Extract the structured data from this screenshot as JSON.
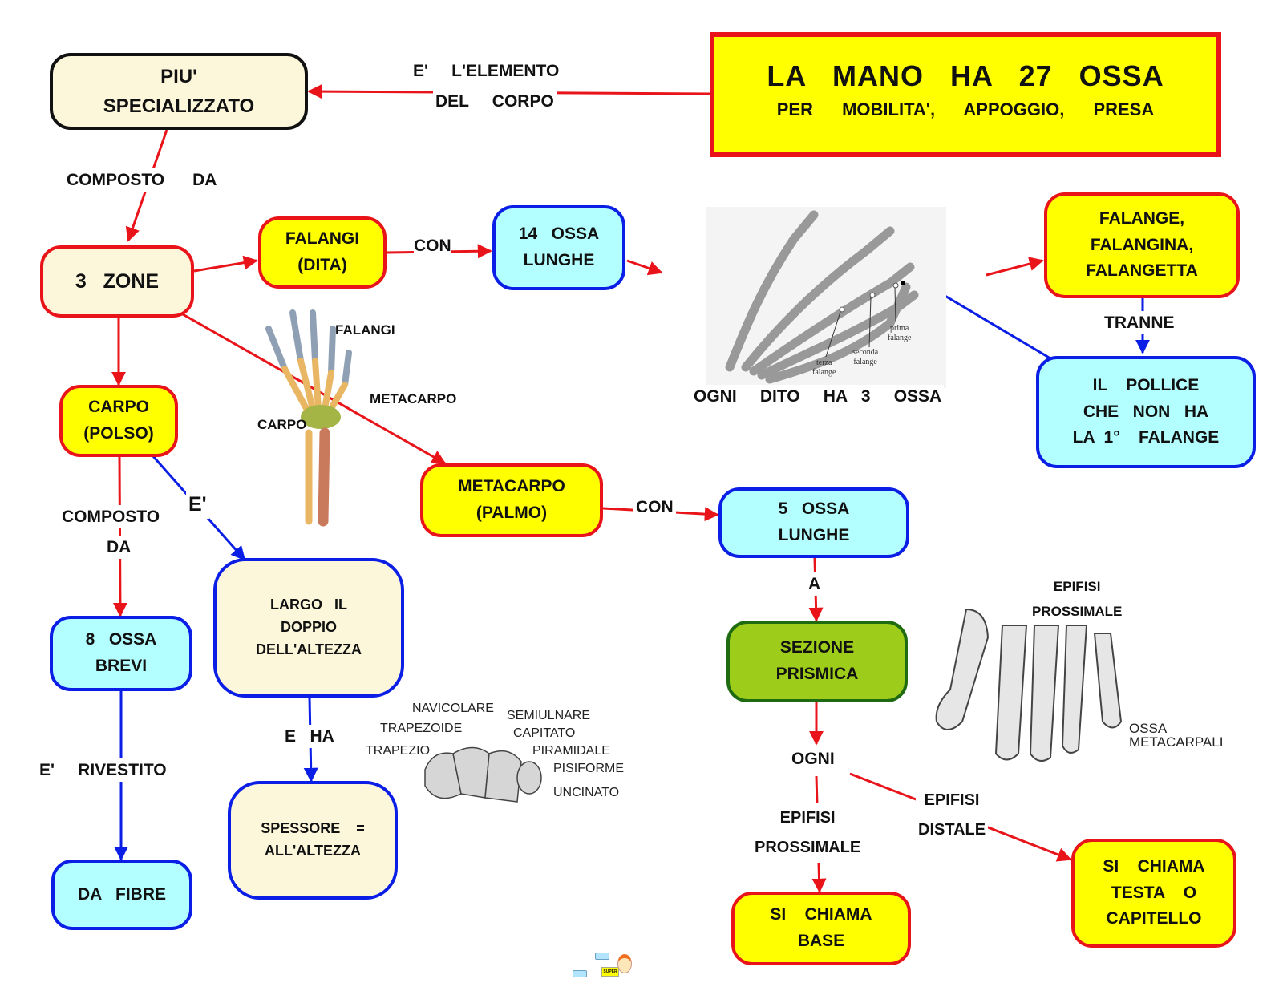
{
  "title": {
    "main": "LA MANO HA 27 OSSA",
    "sub": "PER MOBILITA', APPOGGIO, PRESA"
  },
  "nodes": {
    "specializzato": "PIU'\nSPECIALIZZATO",
    "tre_zone": "3   ZONE",
    "falangi_dita": "FALANGI\n(DITA)",
    "quattordici_ossa": "14   OSSA\nLUNGHE",
    "falange_names": "FALANGE,\nFALANGINA,\nFALANGETTA",
    "pollice": "IL    POLLICE\nCHE   NON   HA\nLA  1°    FALANGE",
    "carpo_polso": "CARPO\n(POLSO)",
    "metacarpo_palmo": "METACARPO\n(PALMO)",
    "cinque_ossa": "5   OSSA\nLUNGHE",
    "otto_ossa": "8   OSSA\nBREVI",
    "largo": "LARGO   IL\nDOPPIO\nDELL'ALTEZZA",
    "spessore": "SPESSORE    =\nALL'ALTEZZA",
    "da_fibre": "DA   FIBRE",
    "sezione": "SEZIONE\nPRISMICA",
    "base": "SI    CHIAMA\nBASE",
    "testa": "SI    CHIAMA\nTESTA    O\nCAPITELLO"
  },
  "links": {
    "elemento": "E'     L'ELEMENTO",
    "del_corpo": "DEL     CORPO",
    "composto_da_top": "COMPOSTO      DA",
    "con_1": "CON",
    "con_2": "CON",
    "tranne": "TRANNE",
    "composto": "COMPOSTO",
    "da": "DA",
    "e_accent": "E'",
    "rivestito": "E'     RIVESTITO",
    "e_ha": "E   HA",
    "a": "A",
    "ogni": "OGNI",
    "epifisi_prox": "EPIFISI\nPROSSIMALE",
    "epifisi_dist": "EPIFISI\nDISTALE"
  },
  "captions": {
    "ogni_dito": "OGNI     DITO     HA   3     OSSA",
    "falangi": "FALANGI",
    "metacarpo": "METACARPO",
    "carpo": "CARPO",
    "epifisi_prossimale": "EPIFISI\nPROSSIMALE",
    "ossa_metacarpali": "OSSA\nMETACARPALI",
    "prima_falange": "prima\nfalange",
    "seconda_falange": "seconda\nfalange",
    "terza_falange": "terza\nfalange"
  },
  "carpal_bones": {
    "navicolare": "NAVICOLARE",
    "semiulnare": "SEMIULNARE",
    "trapezoide": "TRAPEZOIDE",
    "capitato": "CAPITATO",
    "trapezio": "TRAPEZIO",
    "piramidale": "PIRAMIDALE",
    "pisiforme": "PISIFORME",
    "uncinato": "UNCINATO"
  },
  "logo": {
    "text": "SUPER"
  },
  "colors": {
    "red": "#e8141a",
    "blue": "#0a1ee6",
    "yellow": "#ffff00",
    "cyan": "#b3ffff",
    "cream": "#fcf7db",
    "green": "#9dcc1a"
  }
}
